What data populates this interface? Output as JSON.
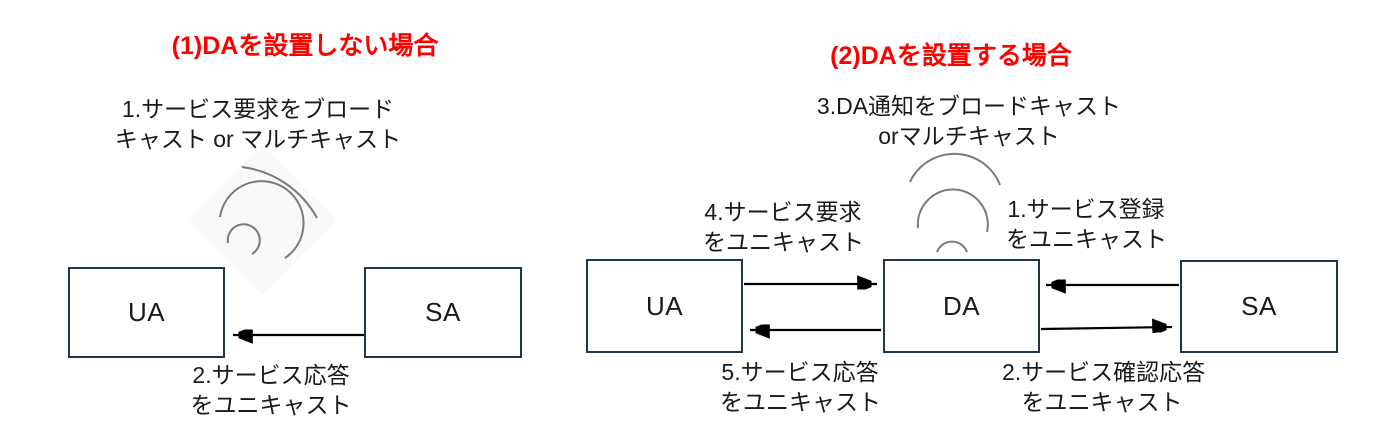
{
  "left_diagram": {
    "title": "(1)DAを設置しない場合",
    "broadcast_label": {
      "line1": "1.サービス要求をブロード",
      "line2": "キャスト or マルチキャスト"
    },
    "response_label": {
      "line1": "2.サービス応答",
      "line2": "をユニキャスト"
    },
    "nodes": {
      "ua": "UA",
      "sa": "SA"
    }
  },
  "right_diagram": {
    "title": "(2)DAを設置する場合",
    "da_advert_label": {
      "line1": "3.DA通知をブロードキャスト",
      "line2": "orマルチキャスト"
    },
    "service_request_label": {
      "line1": "4.サービス要求",
      "line2": "をユニキャスト"
    },
    "service_register_label": {
      "line1": "1.サービス登録",
      "line2": "をユニキャスト"
    },
    "service_response_label": {
      "line1": "5.サービス応答",
      "line2": "をユニキャスト"
    },
    "service_ack_label": {
      "line1": "2.サービス確認応答",
      "line2": "をユニキャスト"
    },
    "nodes": {
      "ua": "UA",
      "da": "DA",
      "sa": "SA"
    }
  },
  "colors": {
    "title": "#ff0000",
    "box_border": "#1c3749",
    "arrow": "#000000",
    "arc": "#7a7a7a",
    "text": "#1a1a1a",
    "background": "#ffffff"
  }
}
